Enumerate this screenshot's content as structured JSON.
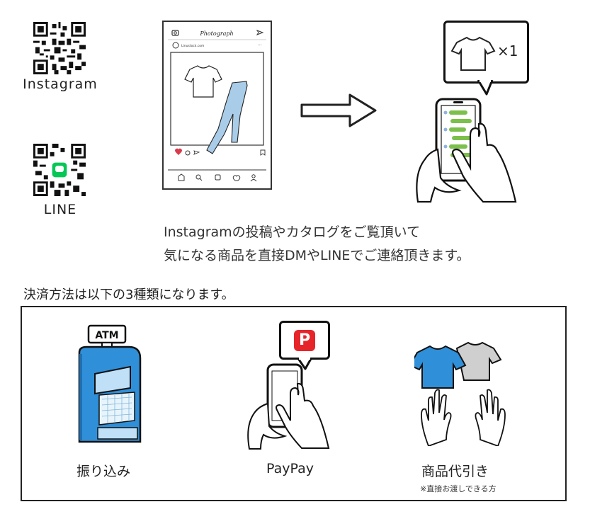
{
  "contacts": [
    {
      "label": "Instagram"
    },
    {
      "label": "LINE"
    }
  ],
  "mock_post": {
    "header_title": "Photograph",
    "account": "Linustock.com"
  },
  "order_bubble": {
    "quantity": "×1"
  },
  "description": {
    "line1": "Instagramの投稿やカタログをご覧頂いて",
    "line2": "気になる商品を直接DMやLINEでご連絡頂きます。"
  },
  "payment": {
    "title": "決済方法は以下の3種類になります。",
    "methods": [
      {
        "label": "振り込み",
        "icon": "atm-icon",
        "sign": "ATM"
      },
      {
        "label": "PayPay",
        "icon": "paypay-phone-icon",
        "sign": "P"
      },
      {
        "label": "商品代引き",
        "icon": "tshirts-hands-icon",
        "note": "※直接お渡しできる方"
      }
    ]
  },
  "colors": {
    "atm_blue": "#2f8fd8",
    "paypay_red": "#e5252a",
    "tshirt_blue": "#2f8fd8",
    "tshirt_gray": "#cfcfcf",
    "jeans_blue": "#a9cde9",
    "chat_green": "#7cc04b",
    "line_green": "#06c755"
  }
}
